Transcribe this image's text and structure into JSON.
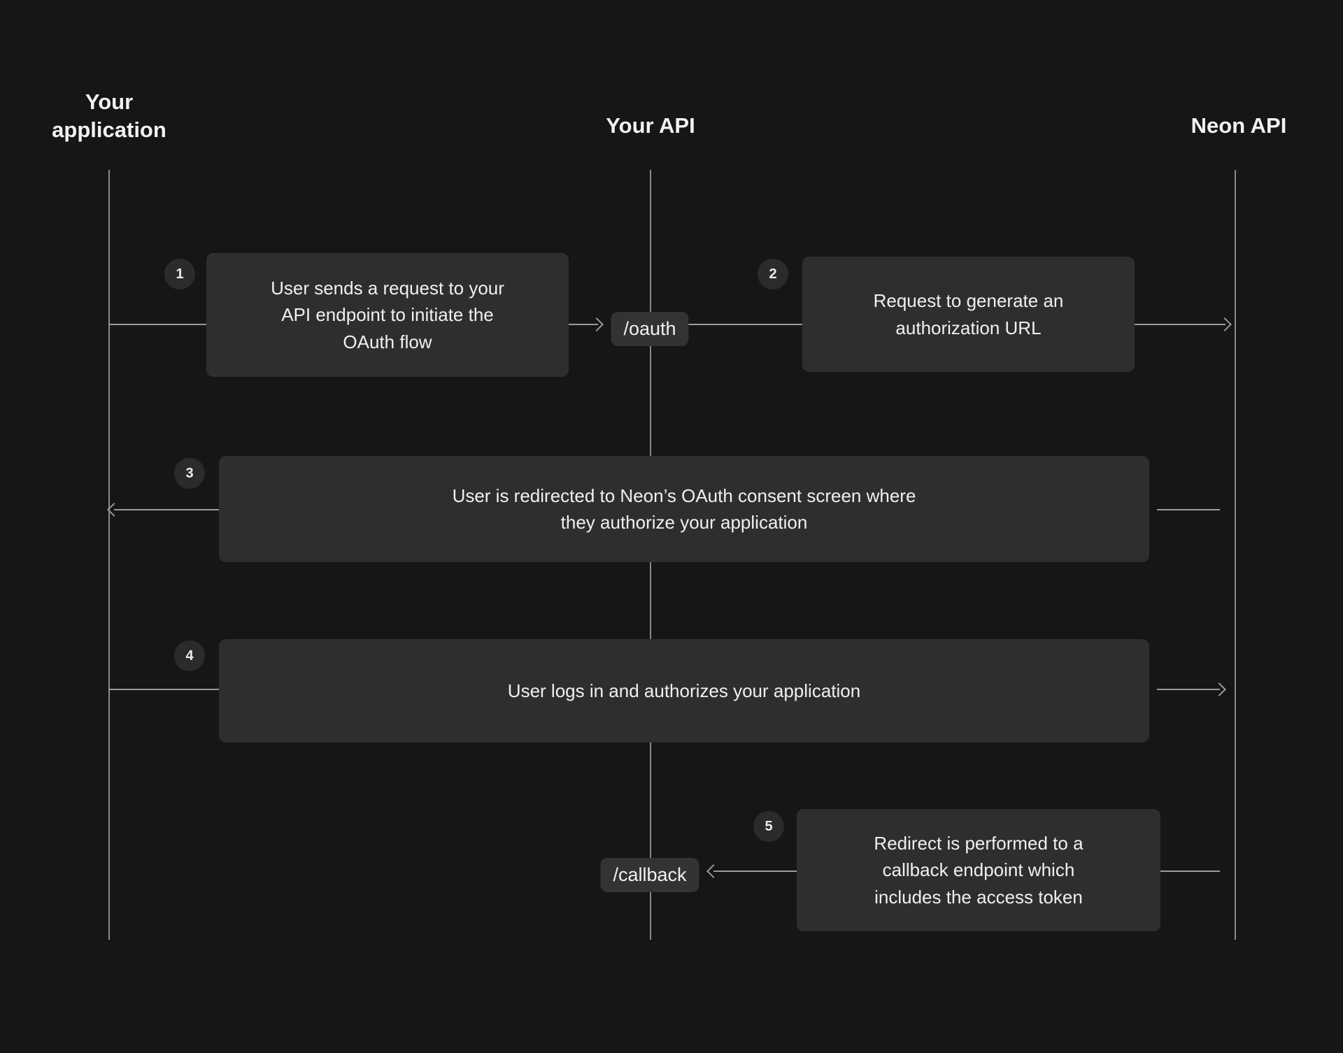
{
  "diagram": {
    "title": "Neon OAuth flow sequence diagram",
    "background_color": "#161616",
    "box_color": "#2e2e2e",
    "line_color": "#9a9a9a",
    "text_color": "#f0f0f0"
  },
  "columns": [
    {
      "key": "app",
      "label": "Your\napplication"
    },
    {
      "key": "api",
      "label": "Your API"
    },
    {
      "key": "neon",
      "label": "Neon API"
    }
  ],
  "steps": [
    {
      "number": "1",
      "text": "User sends a request to your\nAPI endpoint to initiate the\nOAuth flow",
      "from": "Your application",
      "to": "Your API"
    },
    {
      "number": "2",
      "text": "Request to generate an\nauthorization URL",
      "from": "Your API",
      "to": "Neon API"
    },
    {
      "number": "3",
      "text": "User is redirected to Neon’s OAuth consent screen where\nthey authorize your application",
      "from": "Neon API",
      "to": "Your application"
    },
    {
      "number": "4",
      "text": "User logs in and authorizes your application",
      "from": "Your application",
      "to": "Neon API"
    },
    {
      "number": "5",
      "text": "Redirect is performed to a\ncallback endpoint which\nincludes the access token",
      "from": "Neon API",
      "to": "Your API"
    }
  ],
  "endpoints": [
    {
      "key": "oauth",
      "label": "/oauth",
      "on_lifeline": "Your API"
    },
    {
      "key": "callback",
      "label": "/callback",
      "on_lifeline": "Your API"
    }
  ]
}
